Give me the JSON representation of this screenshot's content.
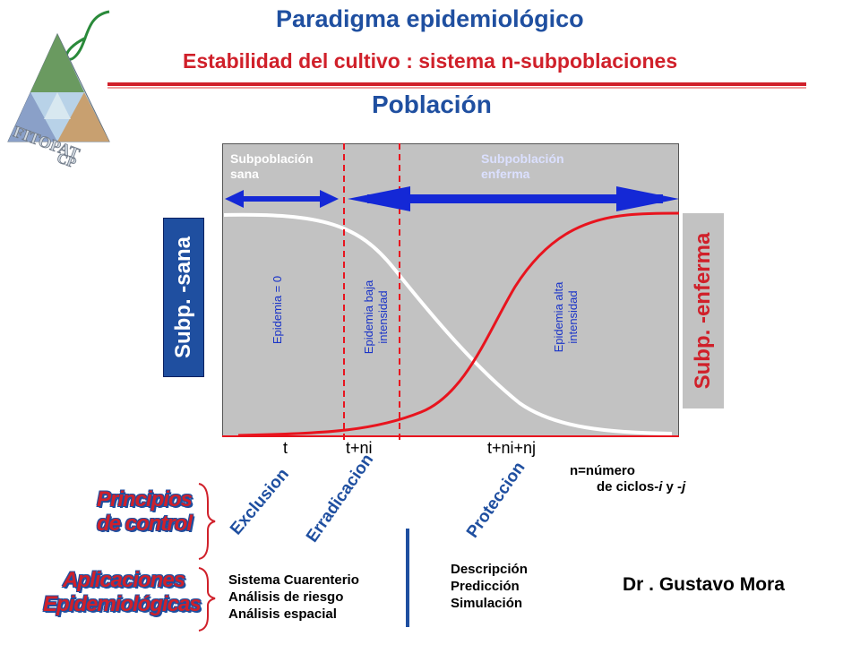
{
  "header": {
    "title": "Paradigma epidemiológico",
    "subtitle": "Estabilidad del cultivo : sistema n-subpoblaciones",
    "heading": "Población"
  },
  "plot": {
    "band_sana": [
      "Subpoblación",
      "sana"
    ],
    "band_enferma": [
      "Subpoblación",
      "enferma"
    ],
    "side_left": "Subp. -sana",
    "side_right": "Subp. -enferma",
    "phase_1": "Epidemia = 0",
    "phase_2": [
      "Epidemia baja",
      "intensidad"
    ],
    "phase_3": [
      "Epidemia alta",
      "intensidad"
    ],
    "ticks": [
      "t",
      "t+ni",
      "t+ni+nj"
    ],
    "note": [
      "n=número",
      "de ciclos-",
      "i",
      " y -",
      "j"
    ],
    "colors": {
      "healthy_curve": "#ffffff",
      "diseased_curve": "#e8141e",
      "arrow": "#1428d6",
      "dashed": "#e8141e"
    }
  },
  "lower": {
    "principios": [
      "Principios",
      "de control"
    ],
    "aplicaciones": [
      "Aplicaciones",
      "Epidemiológicas"
    ],
    "diagonals": [
      "Exclusion",
      "Erradicacion",
      "Proteccion"
    ],
    "list_left": [
      "Sistema Cuarenterio",
      "Análisis de riesgo",
      "Análisis espacial"
    ],
    "list_right": [
      "Descripción",
      "Predicción",
      "Simulación"
    ]
  },
  "author": "Dr . Gustavo Mora",
  "logo": {
    "text": "FITOPAT CP",
    "icon": "pyramid-logo-icon"
  }
}
